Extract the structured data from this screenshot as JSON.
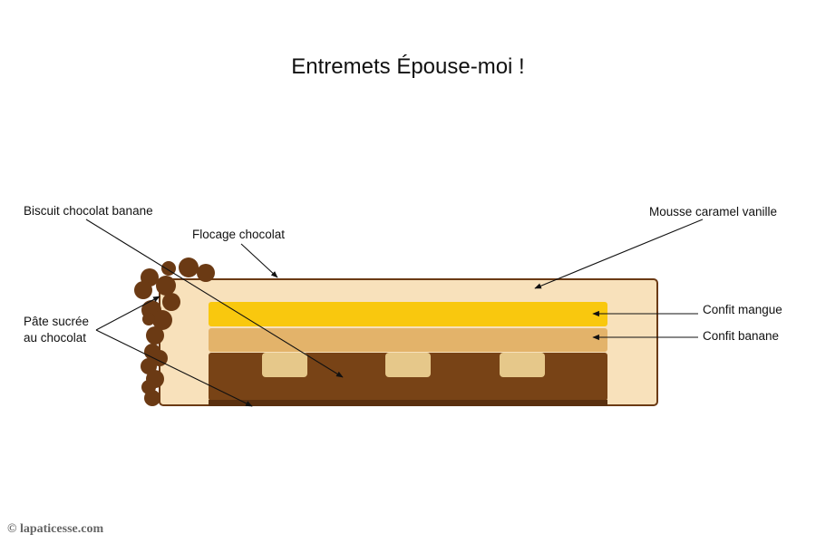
{
  "title": "Entremets Épouse-moi !",
  "labels": {
    "biscuit": "Biscuit chocolat banane",
    "flocage": "Flocage chocolat",
    "mousse": "Mousse caramel vanille",
    "confit_mangue": "Confit mangue",
    "confit_banane": "Confit banane",
    "pate_line1": "Pâte sucrée",
    "pate_line2": "au chocolat"
  },
  "credit": "© lapaticesse.com",
  "colors": {
    "mousse": "#f8e1bb",
    "outline": "#6b3a14",
    "mangue": "#f9c80e",
    "banane": "#e3b36a",
    "biscuit": "#784316",
    "banana_pieces": "#e6c88a",
    "pate": "#5a300f",
    "flocage_dots": "#6b3a14"
  }
}
